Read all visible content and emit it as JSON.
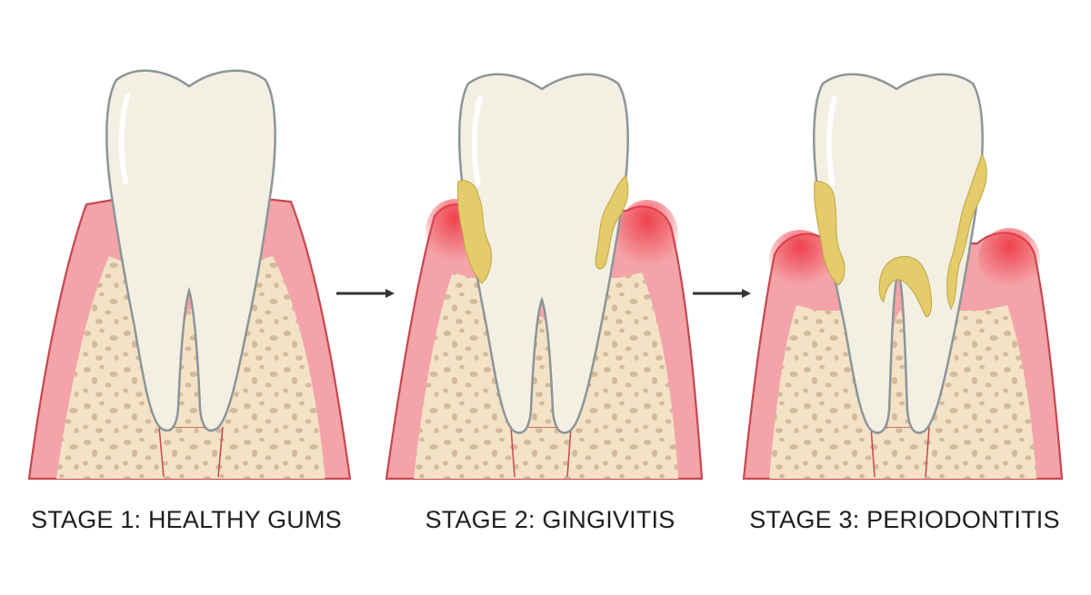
{
  "stages": [
    {
      "caption": "STAGE 1: HEALTHY GUMS"
    },
    {
      "caption": "STAGE 2: GINGIVITIS"
    },
    {
      "caption": "STAGE 3: PERIODONTITIS"
    }
  ],
  "colors": {
    "gum": "#f4a3a8",
    "gum_edge": "#c7474f",
    "inflamed": "#ef4d55",
    "bone": "#f3e2c6",
    "bone_pore": "#cfb596",
    "tooth": "#f3efe3",
    "tooth_edge": "#8c9699",
    "plaque": "#e4cc6a",
    "arrow": "#333333"
  },
  "arrows": [
    {
      "icon": "arrow-right-icon"
    },
    {
      "icon": "arrow-right-icon"
    }
  ]
}
